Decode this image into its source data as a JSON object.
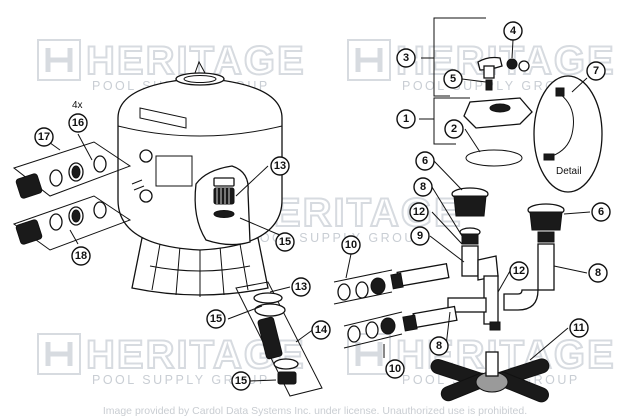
{
  "watermark": {
    "brand": "HERITAGE",
    "tagline": "POOL SUPPLY GROUP"
  },
  "labels": {
    "quantity_note": "4x",
    "detail": "Detail"
  },
  "callouts": [
    "1",
    "2",
    "3",
    "4",
    "5",
    "6",
    "6",
    "7",
    "8",
    "8",
    "8",
    "9",
    "10",
    "10",
    "11",
    "12",
    "12",
    "13",
    "13",
    "14",
    "15",
    "15",
    "15",
    "16",
    "17",
    "18"
  ],
  "footer": "Image provided by Cardol Data Systems Inc. under license. Unauthorized use is prohibited."
}
